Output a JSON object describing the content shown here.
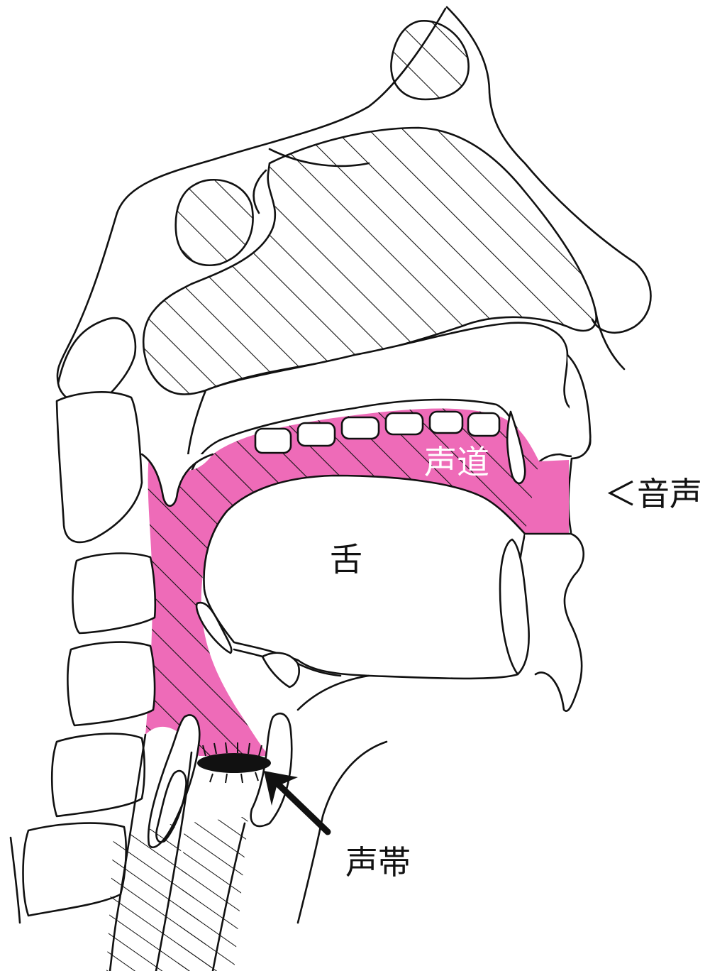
{
  "labels": {
    "vocal_tract": "声道",
    "tongue": "舌",
    "voice": "＜音声",
    "vocal_cords": "声帯"
  },
  "colors": {
    "vocal_tract_fill": "#ee6bb8",
    "line": "#111111",
    "background": "#ffffff",
    "tract_label": "#ffffff"
  }
}
